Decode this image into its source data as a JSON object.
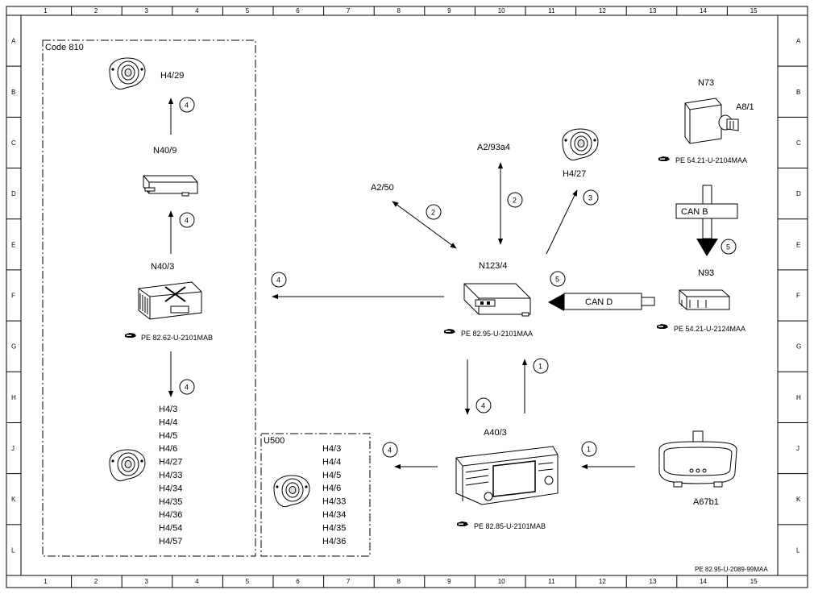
{
  "border": {
    "columns": [
      "1",
      "2",
      "3",
      "4",
      "5",
      "6",
      "7",
      "8",
      "9",
      "10",
      "11",
      "12",
      "13",
      "14",
      "15"
    ],
    "rows": [
      "A",
      "B",
      "C",
      "D",
      "E",
      "F",
      "G",
      "H",
      "J",
      "K",
      "L"
    ]
  },
  "groups": {
    "code810": "Code 810",
    "u500": "U500"
  },
  "components": {
    "h4_29": "H4/29",
    "n40_9": "N40/9",
    "n40_3": "N40/3",
    "a2_93a4": "A2/93a4",
    "a2_50": "A2/50",
    "h4_27": "H4/27",
    "n73": "N73",
    "a8_1": "A8/1",
    "n123_4": "N123/4",
    "n93": "N93",
    "a40_3": "A40/3",
    "a67b1": "A67b1"
  },
  "bus": {
    "can_b": "CAN B",
    "can_d": "CAN D"
  },
  "refs": {
    "n40_3": "PE 82.62-U-2101MAB",
    "n73": "PE 54.21-U-2104MAA",
    "n123_4": "PE 82.95-U-2101MAA",
    "n93": "PE 54.21-U-2124MAA",
    "a40_3": "PE 82.85-U-2101MAB"
  },
  "speaker_list_left": [
    "H4/3",
    "H4/4",
    "H4/5",
    "H4/6",
    "H4/27",
    "H4/33",
    "H4/34",
    "H4/35",
    "H4/36",
    "H4/54",
    "H4/57"
  ],
  "speaker_list_u500": [
    "H4/3",
    "H4/4",
    "H4/5",
    "H4/6",
    "H4/33",
    "H4/34",
    "H4/35",
    "H4/36"
  ],
  "markers": {
    "m1": "1",
    "m2": "2",
    "m3": "3",
    "m4": "4",
    "m5": "5"
  },
  "footer_id": "PE 82.95-U-2089-99MAA"
}
